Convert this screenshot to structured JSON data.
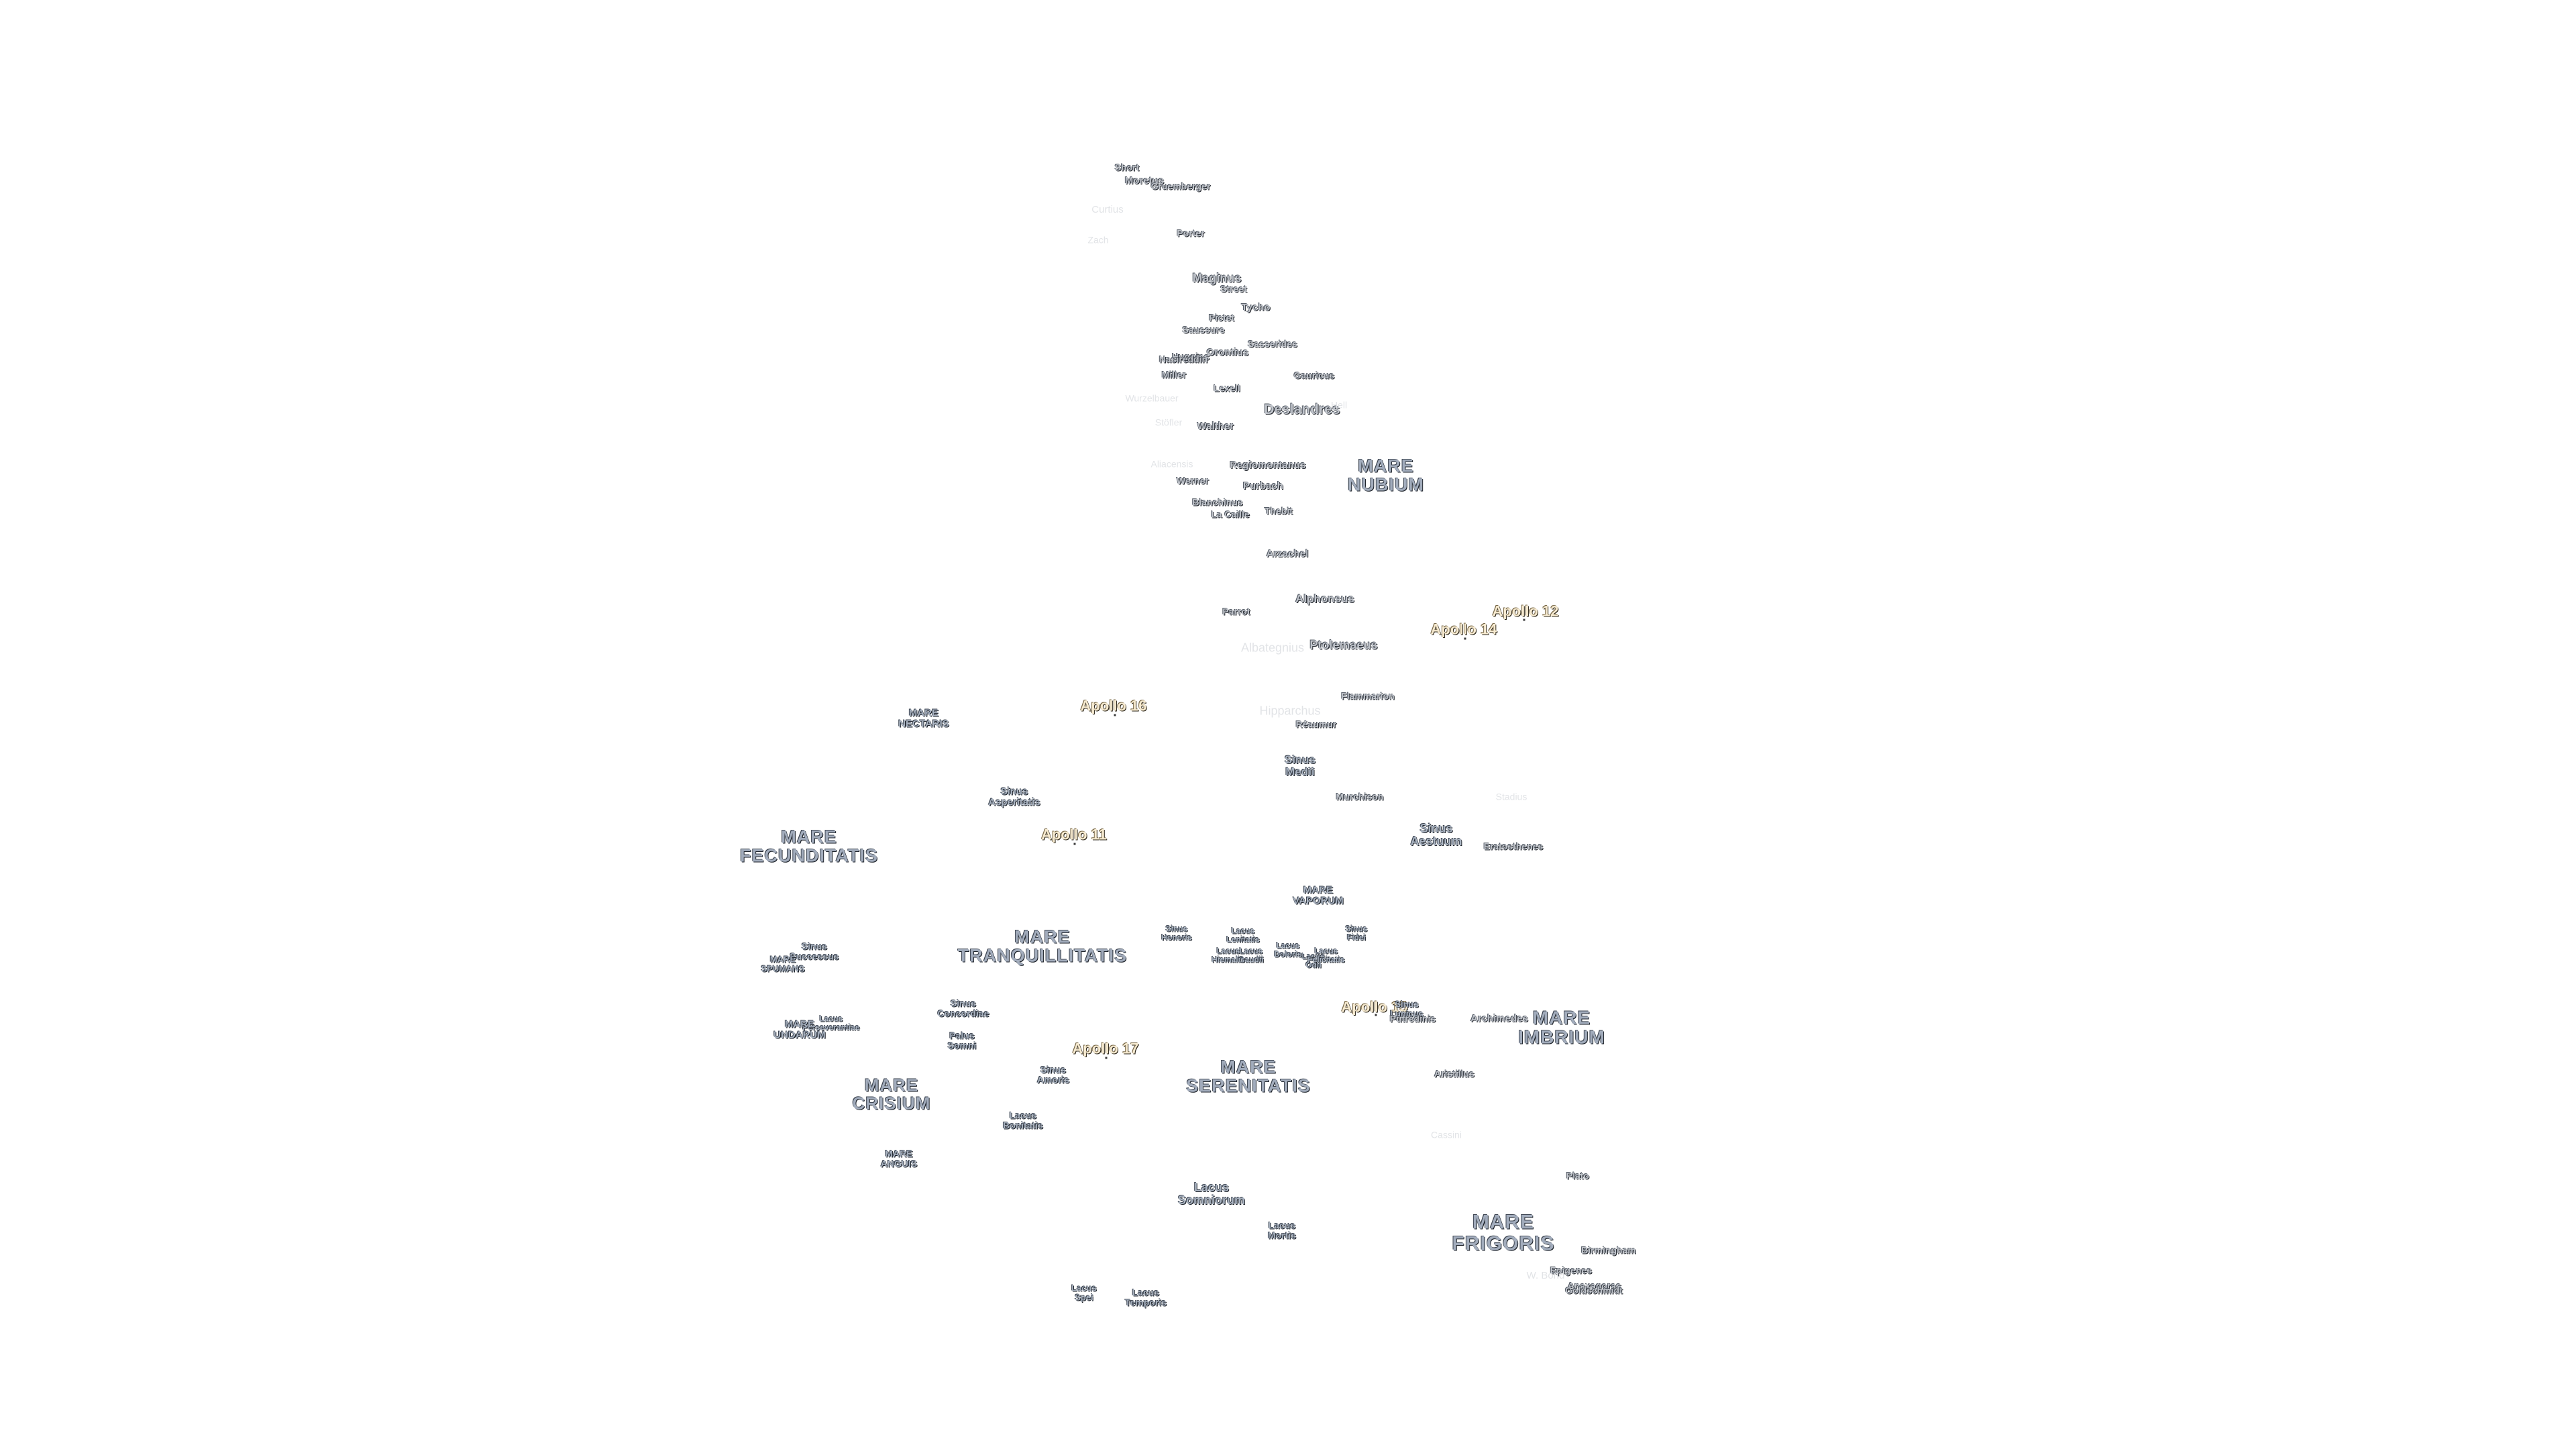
{
  "map": {
    "labels": [
      {
        "text": "Short",
        "kind": "crater",
        "scale": 0.9
      },
      {
        "text": "Moretus",
        "kind": "crater",
        "scale": 1.0
      },
      {
        "text": "Gruemberger",
        "kind": "crater",
        "scale": 0.95
      },
      {
        "text": "Curtius",
        "kind": "faint",
        "scale": 1.0
      },
      {
        "text": "Porter",
        "kind": "crater",
        "scale": 0.9
      },
      {
        "text": "Zach",
        "kind": "faint",
        "scale": 0.9
      },
      {
        "text": "Maginus",
        "kind": "crater",
        "scale": 1.2
      },
      {
        "text": "Street",
        "kind": "crater",
        "scale": 0.9
      },
      {
        "text": "Tycho",
        "kind": "crater",
        "scale": 1.0
      },
      {
        "text": "Pictet",
        "kind": "crater",
        "scale": 0.9
      },
      {
        "text": "Saussure",
        "kind": "crater",
        "scale": 0.9
      },
      {
        "text": "Orontius",
        "kind": "crater",
        "scale": 1.0
      },
      {
        "text": "Huggins",
        "kind": "crater",
        "scale": 0.9
      },
      {
        "text": "Nasireddin",
        "kind": "crater",
        "scale": 0.9
      },
      {
        "text": "Sasserides",
        "kind": "crater",
        "scale": 0.9
      },
      {
        "text": "Miller",
        "kind": "crater",
        "scale": 0.9
      },
      {
        "text": "Gauricus",
        "kind": "crater",
        "scale": 0.9
      },
      {
        "text": "Lexell",
        "kind": "crater",
        "scale": 0.9
      },
      {
        "text": "Deslandres",
        "kind": "crater",
        "scale": 1.4
      },
      {
        "text": "Hell",
        "kind": "faint",
        "scale": 0.9
      },
      {
        "text": "Wurzelbauer",
        "kind": "faint",
        "scale": 0.9
      },
      {
        "text": "Walther",
        "kind": "crater",
        "scale": 1.0
      },
      {
        "text": "Stöfler",
        "kind": "faint",
        "scale": 0.9
      },
      {
        "text": "Regiomontanus",
        "kind": "crater",
        "scale": 1.0
      },
      {
        "text": "MARE\nNUBIUM",
        "kind": "mare",
        "scale": 1.0
      },
      {
        "text": "Aliacensis",
        "kind": "faint",
        "scale": 0.9
      },
      {
        "text": "Purbach",
        "kind": "crater",
        "scale": 1.0
      },
      {
        "text": "Werner",
        "kind": "crater",
        "scale": 0.9
      },
      {
        "text": "Blanchinus",
        "kind": "crater",
        "scale": 0.9
      },
      {
        "text": "Thebit",
        "kind": "crater",
        "scale": 0.9
      },
      {
        "text": "La Caille",
        "kind": "crater",
        "scale": 0.9
      },
      {
        "text": "Arzachel",
        "kind": "crater",
        "scale": 1.0
      },
      {
        "text": "Alphonsus",
        "kind": "crater",
        "scale": 1.1
      },
      {
        "text": "Apollo 12",
        "kind": "apollo",
        "scale": 1.0
      },
      {
        "text": "Parrot",
        "kind": "crater",
        "scale": 0.9
      },
      {
        "text": "Apollo 14",
        "kind": "apollo",
        "scale": 1.0
      },
      {
        "text": "Albategnius",
        "kind": "faint",
        "scale": 1.2
      },
      {
        "text": "Ptolemaeus",
        "kind": "crater",
        "scale": 1.2
      },
      {
        "text": "Flammarion",
        "kind": "crater",
        "scale": 0.9
      },
      {
        "text": "MARE\nNECTARIS",
        "kind": "small",
        "scale": 1.0
      },
      {
        "text": "Apollo 16",
        "kind": "apollo",
        "scale": 1.0
      },
      {
        "text": "Hipparchus",
        "kind": "faint",
        "scale": 1.2
      },
      {
        "text": "Réaumur",
        "kind": "crater",
        "scale": 0.9
      },
      {
        "text": "Sinus\nMedii",
        "kind": "small",
        "scale": 1.1
      },
      {
        "text": "Sinus\nAsperitatis",
        "kind": "small",
        "scale": 1.0
      },
      {
        "text": "Murchison",
        "kind": "crater",
        "scale": 0.9
      },
      {
        "text": "Stadius",
        "kind": "faint",
        "scale": 0.9
      },
      {
        "text": "MARE\nFECUNDITATIS",
        "kind": "mare",
        "scale": 1.0
      },
      {
        "text": "Apollo 11",
        "kind": "apollo",
        "scale": 1.0
      },
      {
        "text": "Sinus\nAestuum",
        "kind": "small",
        "scale": 1.2
      },
      {
        "text": "Eratosthenes",
        "kind": "crater",
        "scale": 0.9
      },
      {
        "text": "MARE\nVAPORUM",
        "kind": "small",
        "scale": 1.0
      },
      {
        "text": "Sinus\nHonoris",
        "kind": "small",
        "scale": 0.8
      },
      {
        "text": "Lacus\nLenitatis",
        "kind": "small",
        "scale": 0.8
      },
      {
        "text": "Sinus\nFidei",
        "kind": "small",
        "scale": 0.8
      },
      {
        "text": "MARE\nTRANQUILLITATIS",
        "kind": "mare",
        "scale": 1.0
      },
      {
        "text": "Lacus\nDoloris",
        "kind": "small",
        "scale": 0.8
      },
      {
        "text": "Lacus\nGaudii",
        "kind": "small",
        "scale": 0.8
      },
      {
        "text": "Lacus\nHiemalis",
        "kind": "small",
        "scale": 0.8
      },
      {
        "text": "Lacus\nOdii",
        "kind": "small",
        "scale": 0.8
      },
      {
        "text": "Lacus\nFelicitatis",
        "kind": "small",
        "scale": 0.8
      },
      {
        "text": "Sinus\nSuccessus",
        "kind": "small",
        "scale": 0.9
      },
      {
        "text": "MARE\nSPUMANS",
        "kind": "small",
        "scale": 0.85
      },
      {
        "text": "Apollo 15",
        "kind": "apollo",
        "scale": 1.0
      },
      {
        "text": "Sinus\nLunicus",
        "kind": "small",
        "scale": 0.85
      },
      {
        "text": "Putredinis",
        "kind": "crater",
        "scale": 0.9
      },
      {
        "text": "Archimedes",
        "kind": "crater",
        "scale": 1.0
      },
      {
        "text": "MARE\nIMBRIUM",
        "kind": "mare",
        "scale": 1.05
      },
      {
        "text": "Sinus\nConcordiae",
        "kind": "small",
        "scale": 0.9
      },
      {
        "text": "Lacus\nPerseverantiae",
        "kind": "small",
        "scale": 0.8
      },
      {
        "text": "MARE\nUNDARUM",
        "kind": "small",
        "scale": 1.0
      },
      {
        "text": "Palus\nSomni",
        "kind": "small",
        "scale": 0.9
      },
      {
        "text": "Apollo 17",
        "kind": "apollo",
        "scale": 1.0
      },
      {
        "text": "Sinus\nAmoris",
        "kind": "small",
        "scale": 0.9
      },
      {
        "text": "MARE\nSERENITATIS",
        "kind": "mare",
        "scale": 1.0
      },
      {
        "text": "Aristillus",
        "kind": "crater",
        "scale": 0.9
      },
      {
        "text": "MARE\nCRISIUM",
        "kind": "mare",
        "scale": 0.95
      },
      {
        "text": "Lacus\nBonitatis",
        "kind": "small",
        "scale": 0.9
      },
      {
        "text": "Cassini",
        "kind": "faint",
        "scale": 0.9
      },
      {
        "text": "MARE\nANGUIS",
        "kind": "small",
        "scale": 0.9
      },
      {
        "text": "Plato",
        "kind": "crater",
        "scale": 0.9
      },
      {
        "text": "Lacus\nSomniorum",
        "kind": "small",
        "scale": 1.2
      },
      {
        "text": "Lacus\nMortis",
        "kind": "small",
        "scale": 0.9
      },
      {
        "text": "MARE\nFRIGORIS",
        "kind": "mare",
        "scale": 1.1
      },
      {
        "text": "Birmingham",
        "kind": "crater",
        "scale": 0.9
      },
      {
        "text": "Epigenes",
        "kind": "crater",
        "scale": 0.9
      },
      {
        "text": "W. Bond",
        "kind": "faint",
        "scale": 1.0
      },
      {
        "text": "Anaxagoras",
        "kind": "crater",
        "scale": 0.9
      },
      {
        "text": "Goldschmidt",
        "kind": "crater",
        "scale": 0.9
      },
      {
        "text": "Lacus\nSpei",
        "kind": "small",
        "scale": 0.85
      },
      {
        "text": "Lacus\nTemporis",
        "kind": "small",
        "scale": 0.95
      }
    ]
  }
}
